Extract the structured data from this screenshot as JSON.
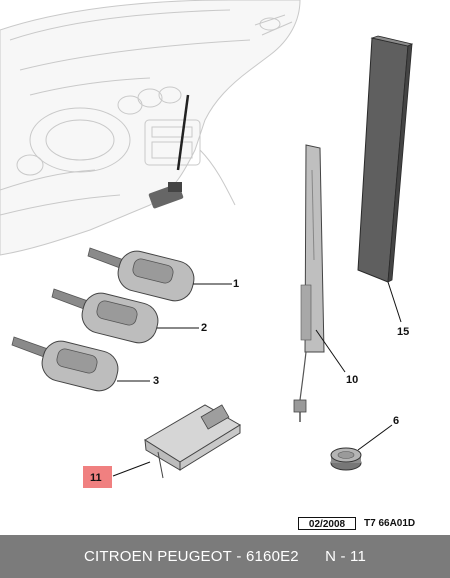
{
  "callouts": [
    {
      "id": "1",
      "label": "1"
    },
    {
      "id": "2",
      "label": "2"
    },
    {
      "id": "3",
      "label": "3"
    },
    {
      "id": "6",
      "label": "6"
    },
    {
      "id": "10",
      "label": "10"
    },
    {
      "id": "11",
      "label": "11",
      "highlight": "#f08080"
    },
    {
      "id": "15",
      "label": "15"
    }
  ],
  "date_code": "02/2008",
  "reference_code": "T7 66A01D",
  "footer": {
    "brand": "CITROEN PEUGEOT",
    "separator": " - ",
    "part_number": "6160E2",
    "page": "N - 11"
  },
  "colors": {
    "footer_bg": "#7b7b7b",
    "highlight": "#f08080",
    "key_gray": "#b9b9b9",
    "antenna_dark": "#5a5a5a"
  }
}
